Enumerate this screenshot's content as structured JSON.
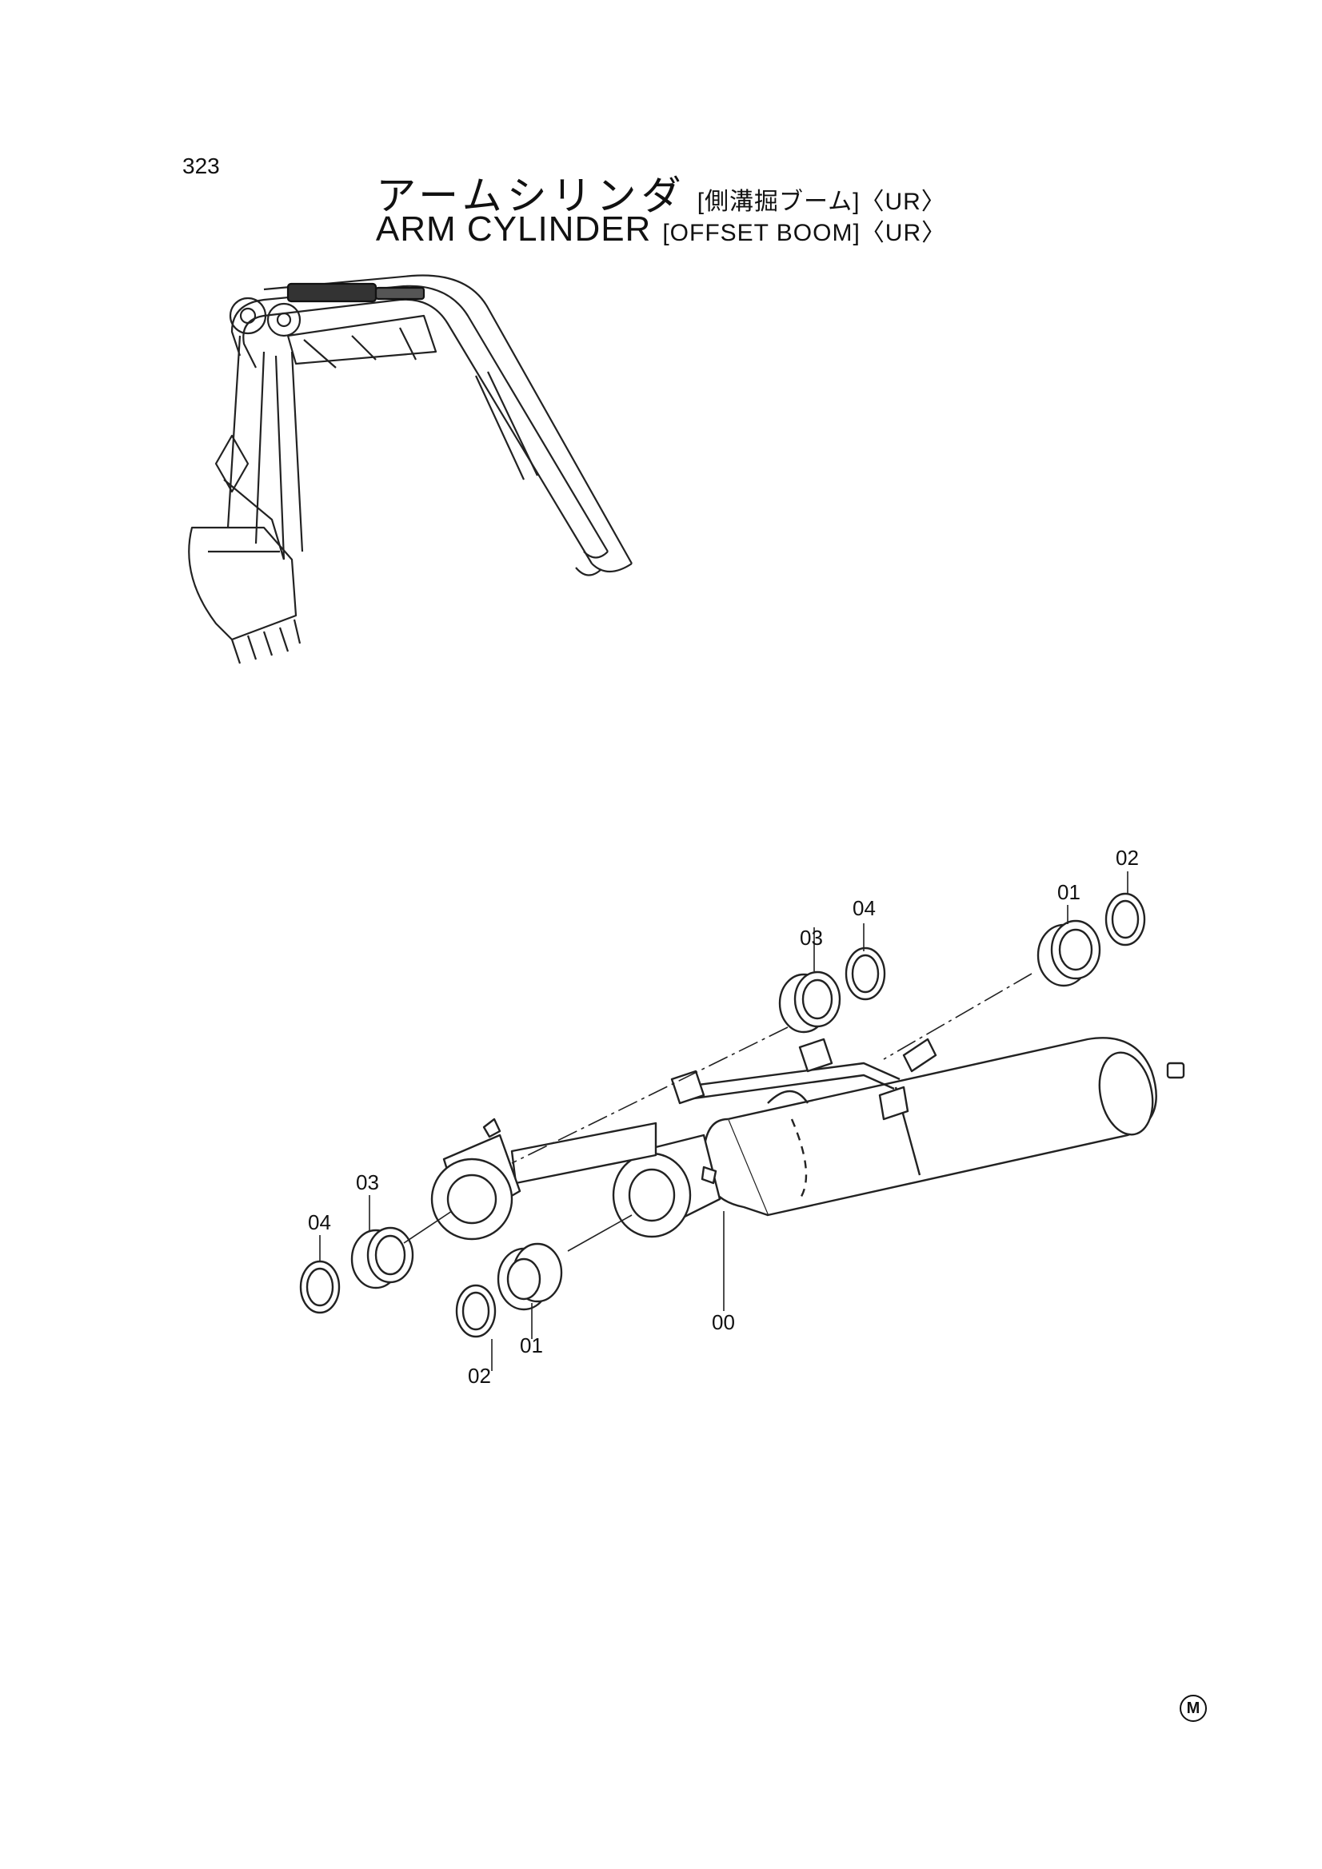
{
  "page": {
    "number": "323"
  },
  "title": {
    "jp_main": "アームシリンダ",
    "jp_sub": "[側溝掘ブーム]",
    "jp_variant": "〈UR〉",
    "en_main": "ARM CYLINDER",
    "en_sub": "[OFFSET BOOM]",
    "en_variant": "〈UR〉"
  },
  "callouts": {
    "c00": "00",
    "c01_right": "01",
    "c02_right": "02",
    "c03_right": "03",
    "c04_right": "04",
    "c01_left": "01",
    "c02_left": "02",
    "c03_left": "03",
    "c04_left": "04"
  },
  "mark": {
    "symbol": "M"
  }
}
